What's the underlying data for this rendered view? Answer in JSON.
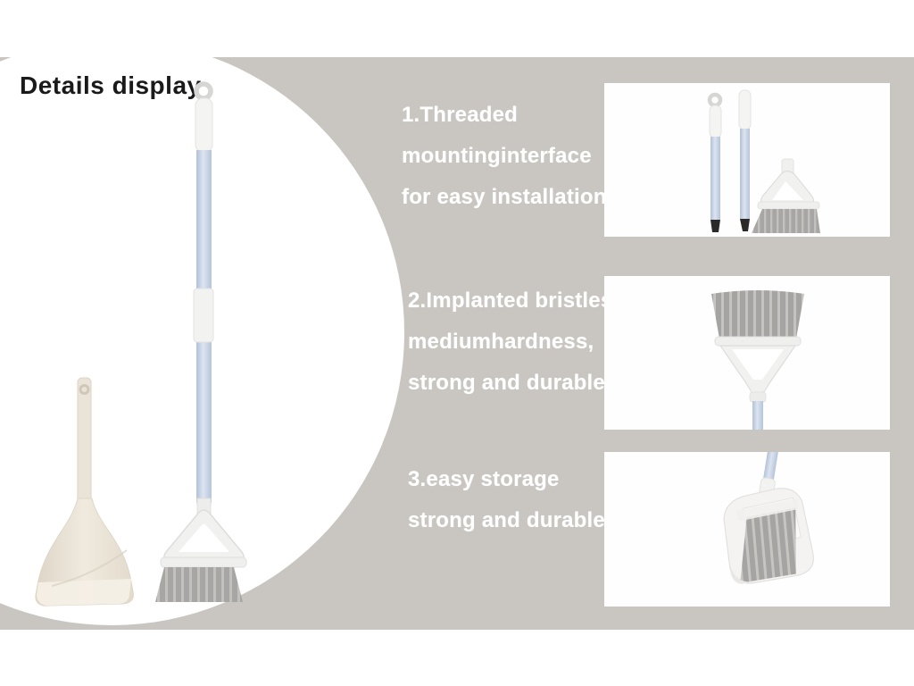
{
  "title": "Details display",
  "features": [
    {
      "lines": [
        "1.Threaded",
        "mountinginterface",
        "for easy installation"
      ]
    },
    {
      "lines": [
        "2.Implanted bristles.",
        "mediumhardness,",
        "strong and durable"
      ]
    },
    {
      "lines": [
        "3.easy storage",
        "strong and durable"
      ]
    }
  ],
  "photos": {
    "main": "broom-and-dustpan-set",
    "panel_1": "disassembled-poles-and-brush-head",
    "panel_2": "bristles-closeup",
    "panel_3": "broom-stored-in-dustpan"
  },
  "colors": {
    "background_band": "#c9c6c1",
    "page_background": "#ffffff",
    "panel_background": "#fefefe",
    "title_text": "#1a1a1a",
    "feature_text": "#ffffff",
    "handle_blue": "#c8d4e6",
    "plastic_white": "#f2f2f0",
    "bristle_gray": "#a9a8a5",
    "dustpan_cream": "#e9e3d6",
    "pole_tip_black": "#2a2a28"
  }
}
